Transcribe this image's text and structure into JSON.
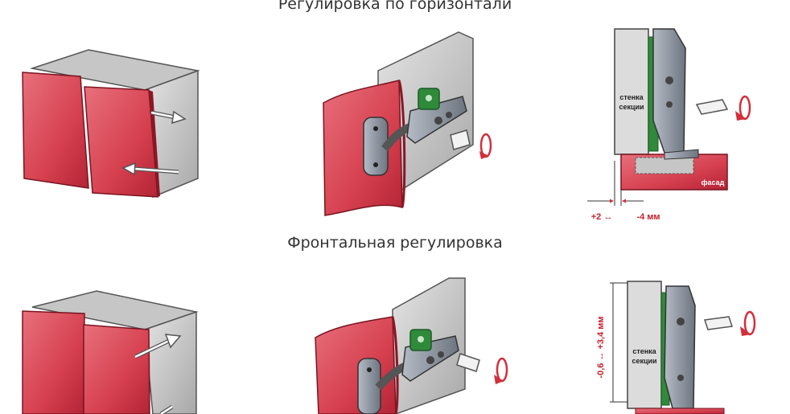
{
  "sections": [
    {
      "title": "Регулировка по горизонтали",
      "wall_label": [
        "стенка",
        "секции"
      ],
      "facade_label": "фасад",
      "range_plus": "+2",
      "range_minus": "-4 мм"
    },
    {
      "title": "Фронтальная регулировка",
      "wall_label": [
        "стенка",
        "секции"
      ],
      "range_vertical": "-0,6 ↔ +3,4 мм"
    }
  ],
  "colors": {
    "facade_red": "#d6404f",
    "facade_dark": "#a81e2e",
    "cabinet_gray": "#9a9a9a",
    "cabinet_light": "#dcdcdc",
    "hinge_gray": "#8f97a3",
    "hinge_green": "#2f8a3a",
    "arrow_red": "#d32f3c",
    "label_red": "#c8202c"
  },
  "icons": [
    "screwdriver-icon",
    "rotate-arrow-icon",
    "direction-arrow-icon"
  ]
}
